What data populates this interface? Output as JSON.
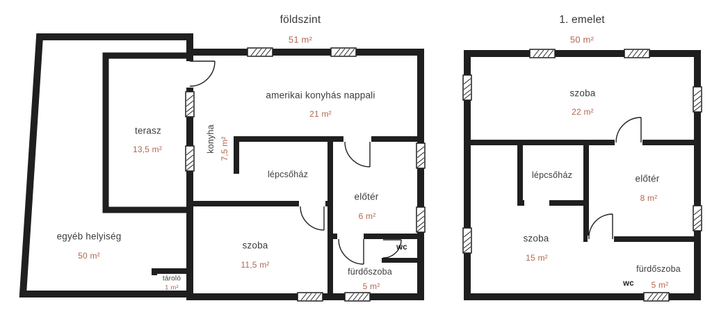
{
  "colors": {
    "wall": "#1f1f1f",
    "area": "#b2654e",
    "text": "#3c3c3c"
  },
  "ground_floor": {
    "title": "földszint",
    "total_area": "51 m²",
    "rooms": {
      "nappali": {
        "name": "amerikai konyhás nappali",
        "area": "21 m²"
      },
      "terasz": {
        "name": "terasz",
        "area": "13,5 m²"
      },
      "egyeb": {
        "name": "egyéb helyiség",
        "area": "50 m²"
      },
      "konyha": {
        "name": "konyha",
        "area": "7,5 m²"
      },
      "lepcsohaz": {
        "name": "lépcsőház"
      },
      "eloter": {
        "name": "előtér",
        "area": "6 m²"
      },
      "szoba": {
        "name": "szoba",
        "area": "11,5 m²"
      },
      "tarolo": {
        "name": "tároló",
        "area": "1 m²"
      },
      "furdoszoba": {
        "name": "fürdőszoba",
        "area": "5 m²"
      },
      "wc": {
        "name": "wc"
      }
    }
  },
  "first_floor": {
    "title": "1. emelet",
    "total_area": "50 m²",
    "rooms": {
      "szoba_felso": {
        "name": "szoba",
        "area": "22 m²"
      },
      "lepcsohaz": {
        "name": "lépcsőház"
      },
      "eloter": {
        "name": "előtér",
        "area": "8 m²"
      },
      "szoba_also": {
        "name": "szoba",
        "area": "15 m²"
      },
      "furdoszoba": {
        "name": "fürdőszoba",
        "area": "5 m²"
      },
      "wc": {
        "name": "wc"
      }
    }
  }
}
